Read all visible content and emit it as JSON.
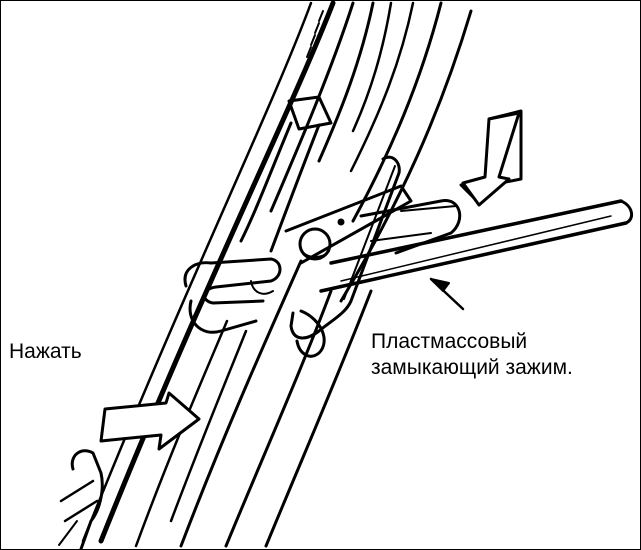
{
  "diagram": {
    "labels": {
      "press": "Нажать",
      "clip_line1": "Пластмассовый",
      "clip_line2": "замыкающий зажим."
    },
    "colors": {
      "ink": "#000000",
      "paper": "#ffffff"
    }
  }
}
